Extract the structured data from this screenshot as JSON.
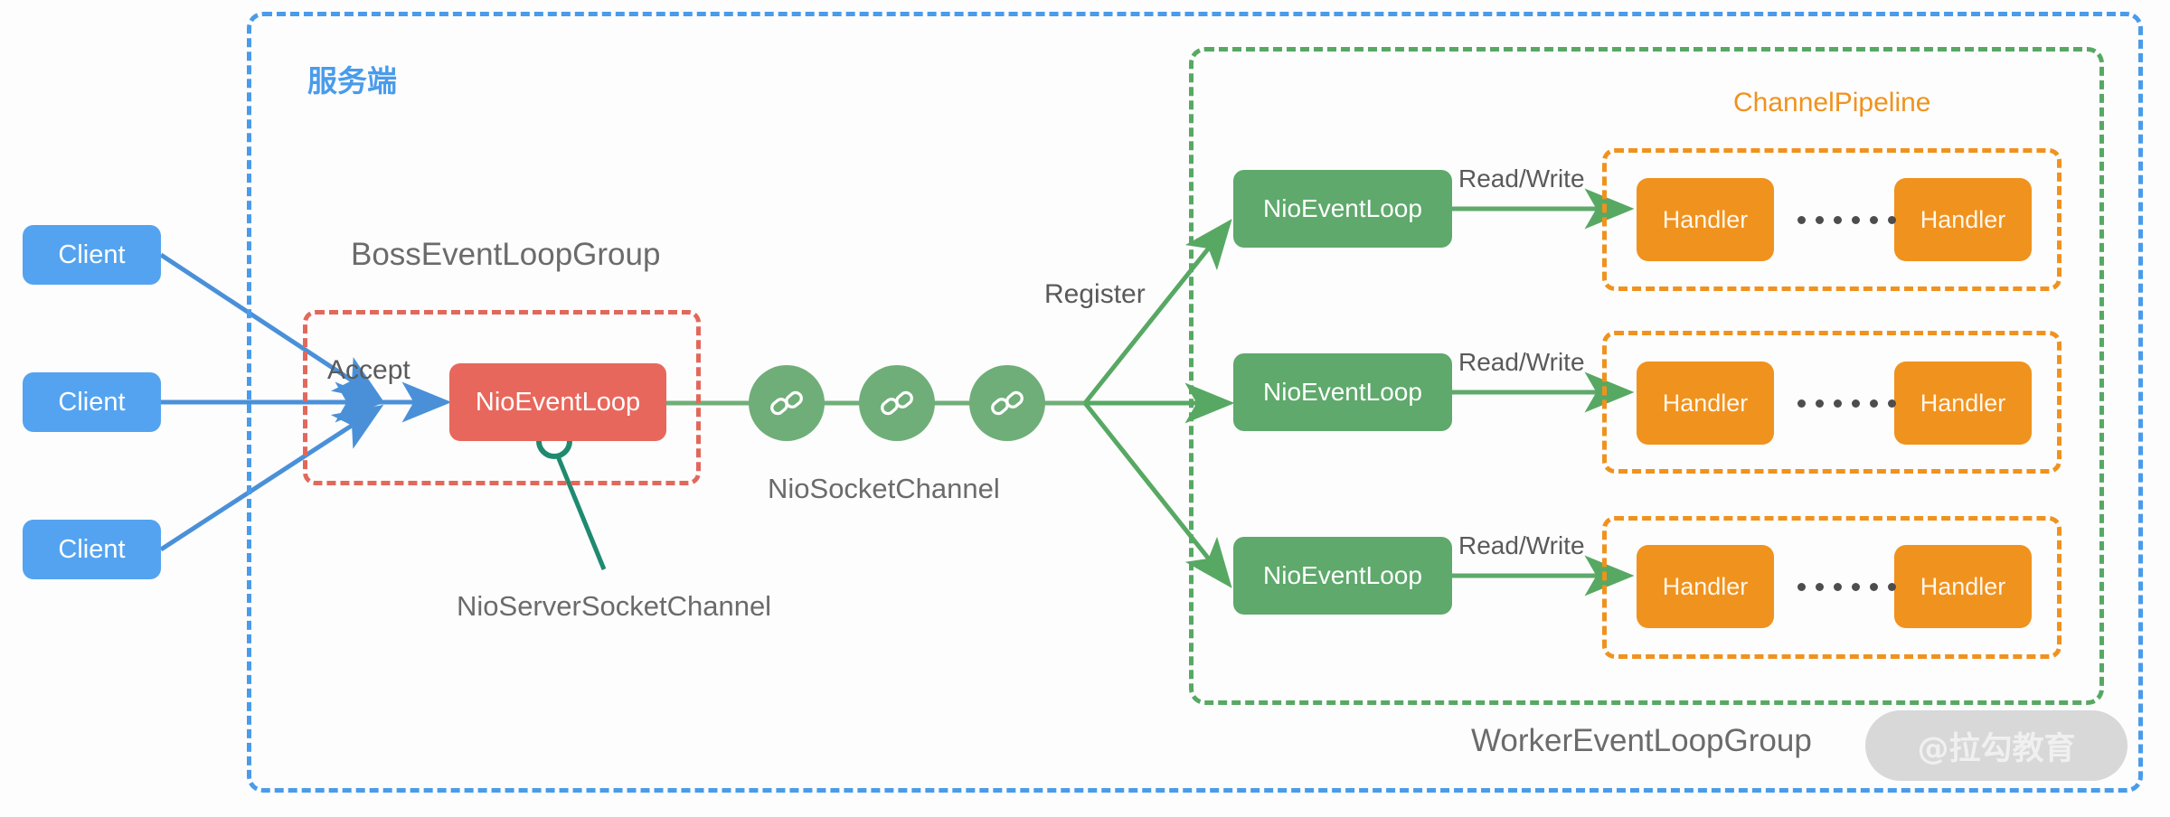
{
  "containers": {
    "server": {
      "label": "服务端",
      "color": "#4A9BEA"
    },
    "worker": {
      "label": "WorkerEventLoopGroup",
      "color": "#57A863"
    },
    "boss": {
      "label": "BossEventLoopGroup",
      "color": "#E2685B"
    },
    "pipeline_label": "ChannelPipeline",
    "pipeline_color": "#F0921E"
  },
  "clients": [
    {
      "label": "Client"
    },
    {
      "label": "Client"
    },
    {
      "label": "Client"
    }
  ],
  "boss": {
    "accept_label": "Accept",
    "event_loop": "NioEventLoop",
    "callout": "NioServerSocketChannel",
    "callout_color": "#1F8A70"
  },
  "channels": {
    "label": "NioSocketChannel",
    "icon": "chain-link-icon",
    "count": 3,
    "color": "#6FAE78"
  },
  "register": {
    "label": "Register"
  },
  "worker_rows": [
    {
      "event_loop": "NioEventLoop",
      "read_write": "Read/Write",
      "handlers": [
        "Handler",
        "Handler"
      ],
      "ellipsis": "……"
    },
    {
      "event_loop": "NioEventLoop",
      "read_write": "Read/Write",
      "handlers": [
        "Handler",
        "Handler"
      ],
      "ellipsis": "……"
    },
    {
      "event_loop": "NioEventLoop",
      "read_write": "Read/Write",
      "handlers": [
        "Handler",
        "Handler"
      ],
      "ellipsis": "……"
    }
  ],
  "watermark": {
    "text": "@拉勾教育"
  },
  "colors": {
    "client_blue": "#54A3F0",
    "boss_red": "#E8675C",
    "event_loop_green": "#5EA96B",
    "handler_orange": "#F0921E",
    "arrow_blue": "#4A90D9",
    "arrow_green": "#57A863",
    "text_gray": "#6b6b6b"
  }
}
